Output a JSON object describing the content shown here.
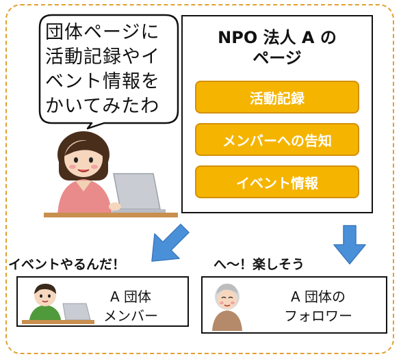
{
  "speech_bubble": {
    "lines": [
      "団体ページに",
      "活動記録やイ",
      "ベント情報を",
      "かいてみたわ"
    ]
  },
  "npo_page": {
    "title_line1": "NPO 法人 A の",
    "title_line2": "ページ",
    "buttons": [
      "活動記録",
      "メンバーへの告知",
      "イベント情報"
    ]
  },
  "left_caption": "イベントやるんだ！",
  "right_caption": "へ～！楽しそう",
  "member_card": {
    "line1": "A 団体",
    "line2": "メンバー"
  },
  "follower_card": {
    "line1": "A 団体の",
    "line2": "フォロワー"
  },
  "colors": {
    "frame_dash": "#e0a030",
    "button_fill": "#f5b400",
    "arrow_blue": "#4a90d9"
  },
  "icons": [
    "woman-with-laptop-illustration",
    "man-with-laptop-illustration",
    "elderly-woman-illustration",
    "down-left-arrow-icon",
    "down-arrow-icon"
  ]
}
